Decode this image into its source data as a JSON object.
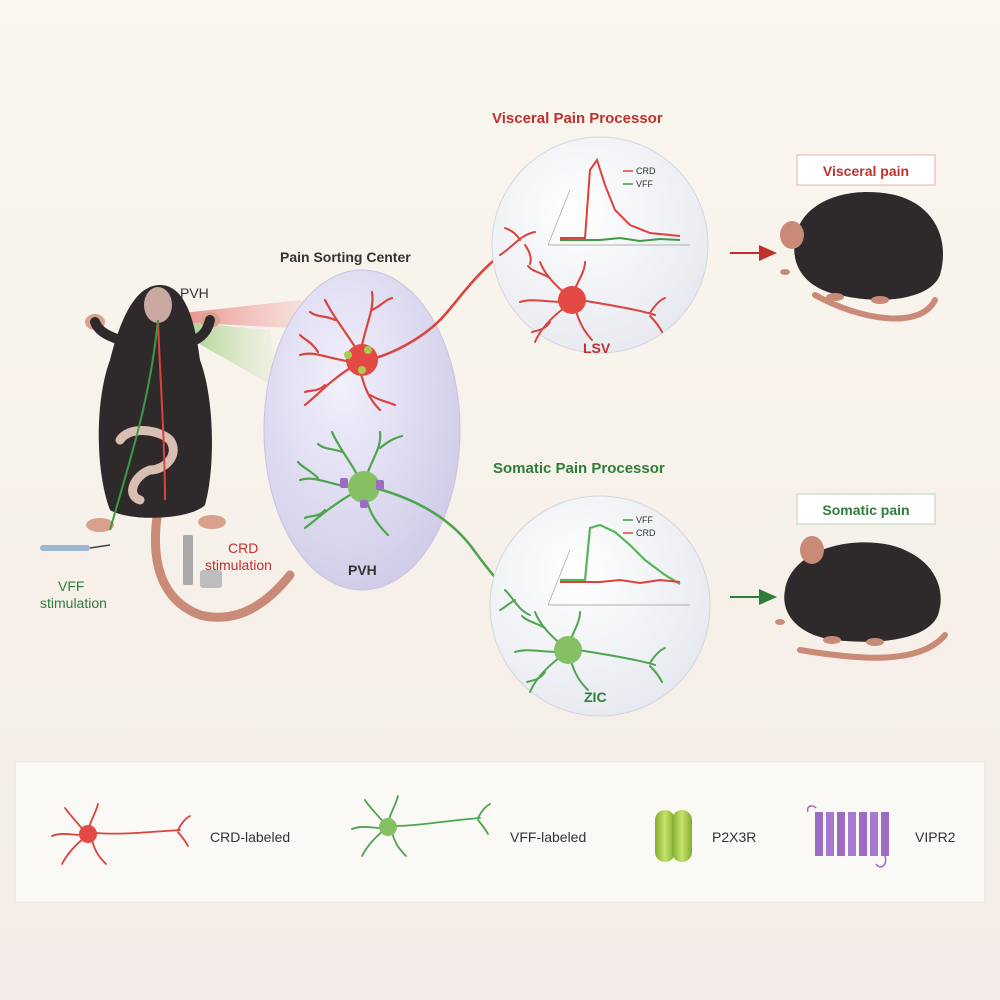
{
  "labels": {
    "pvh_top": "PVH",
    "pain_sorting_center": "Pain Sorting Center",
    "pvh_oval": "PVH",
    "crd_stim_line1": "CRD",
    "crd_stim_line2": "stimulation",
    "vff_stim_line1": "VFF",
    "vff_stim_line2": "stimulation",
    "visceral_processor": "Visceral Pain Processor",
    "somatic_processor": "Somatic Pain Processor",
    "lsv": "LSV",
    "zic": "ZIC",
    "visceral_pain": "Visceral pain",
    "somatic_pain": "Somatic pain",
    "trace_top_crd": "CRD",
    "trace_top_vff": "VFF",
    "trace_bottom_vff": "VFF",
    "trace_bottom_crd": "CRD"
  },
  "legend": {
    "crd_labeled": "CRD-labeled",
    "vff_labeled": "VFF-labeled",
    "p2x3r": "P2X3R",
    "vipr2": "VIPR2"
  },
  "colors": {
    "red": "#d9443f",
    "green": "#3f9a45",
    "visceral_title": "#c0302f",
    "somatic_title": "#2f7d3a",
    "oval": "#d8d6ee",
    "mouse": "#2e2a2b",
    "tail": "#c98a78",
    "vipr2": "#9b6cc2",
    "p2x3r": "#a9cc4e"
  },
  "icons": {
    "arrow": "right-arrow-icon",
    "receptor_p2x3r": "p2x3r-receptor-icon",
    "receptor_vipr2": "vipr2-receptor-icon"
  }
}
